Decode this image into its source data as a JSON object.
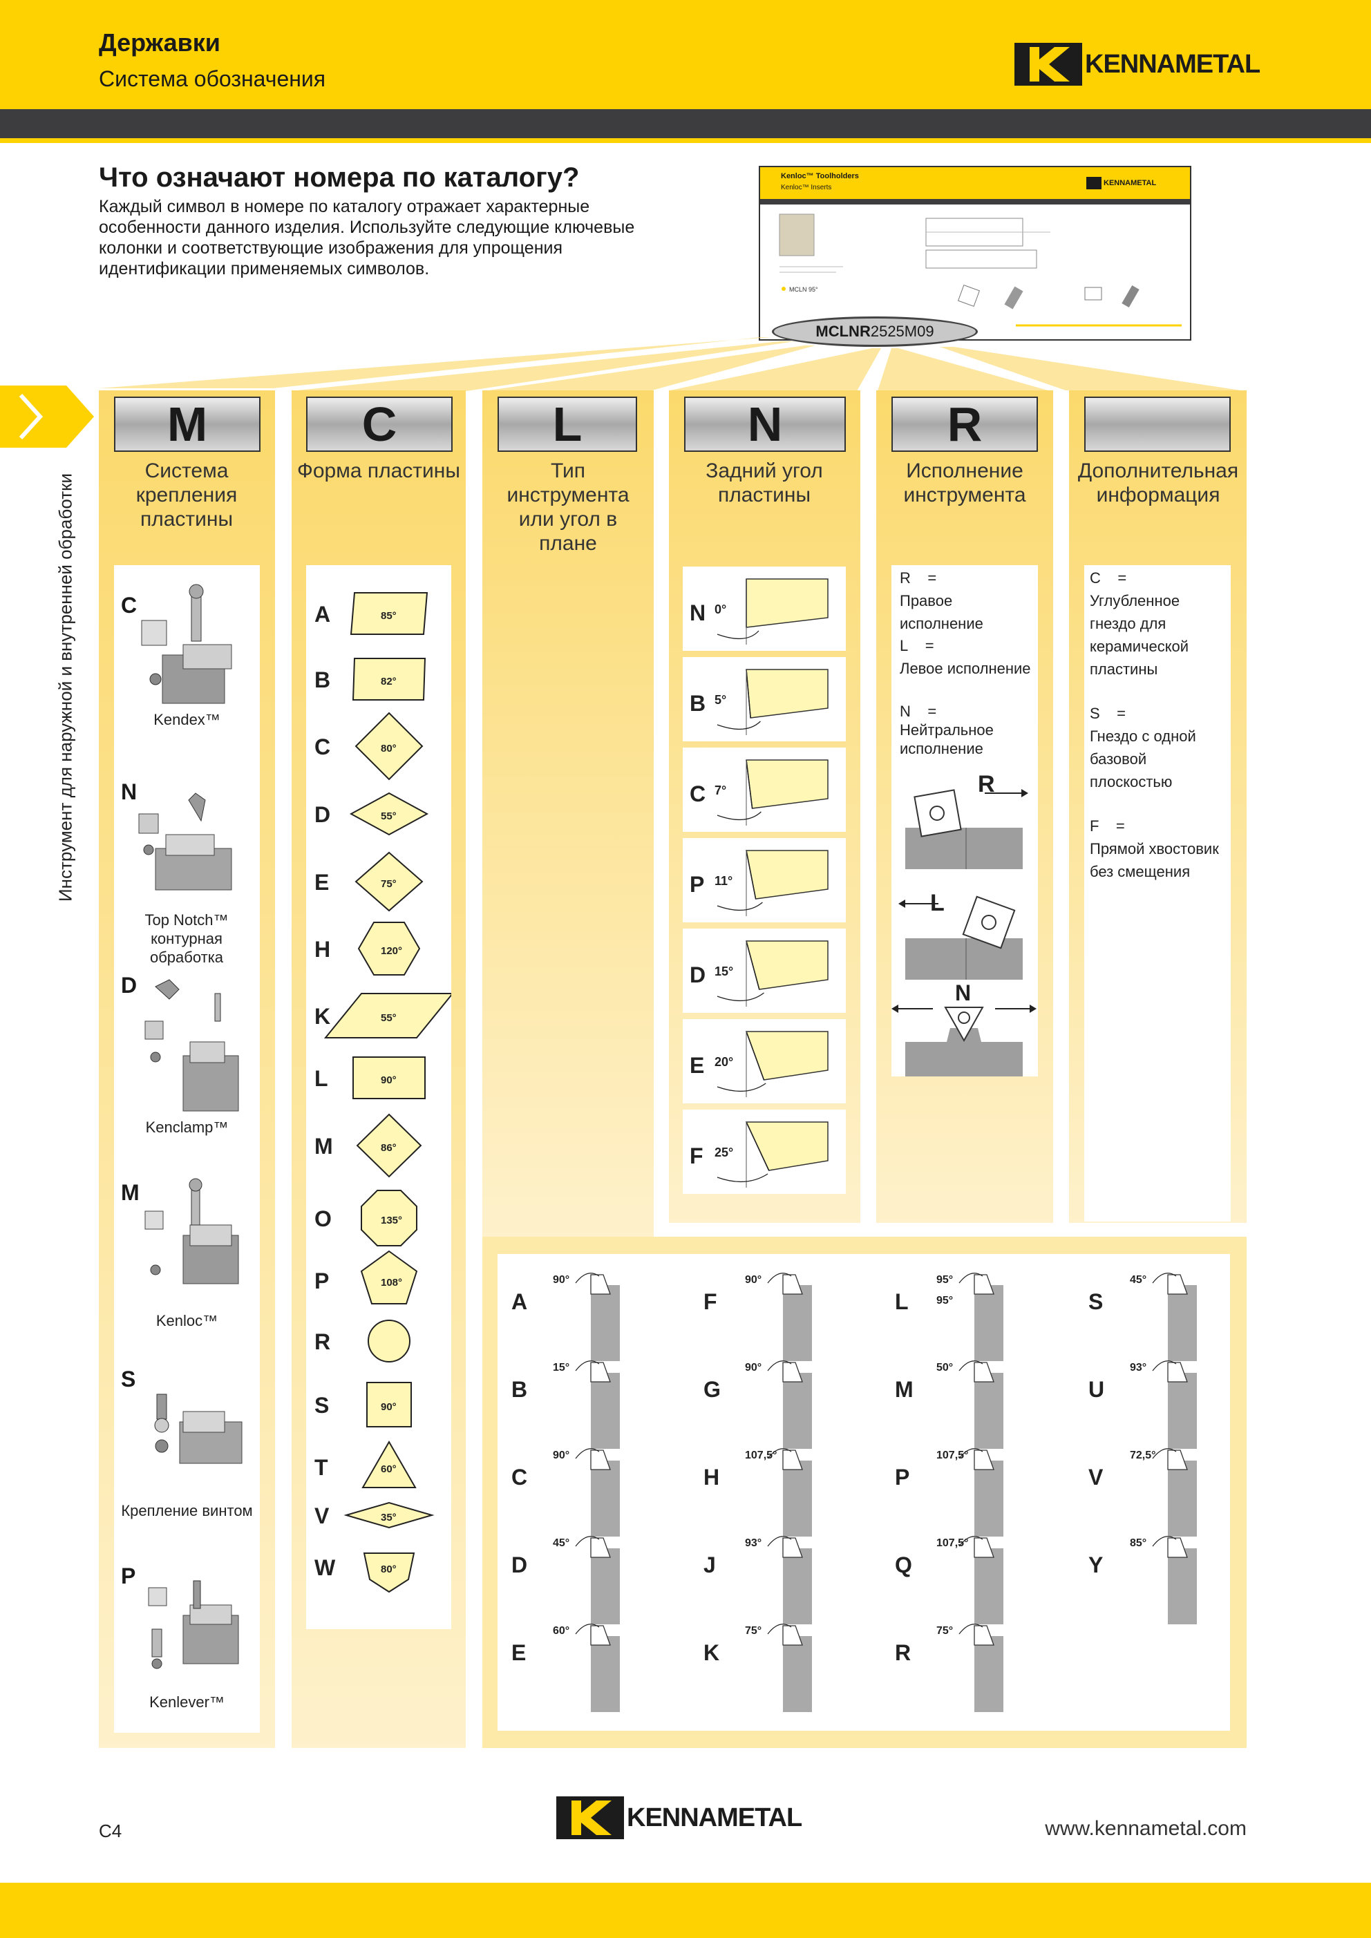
{
  "header": {
    "title": "Державки",
    "subtitle": "Система обозначения",
    "brand": "KENNAMETAL"
  },
  "intro": {
    "heading": "Что означают номера по каталогу?",
    "text": "Каждый символ в номере по каталогу отражает характерные особенности данного изделия. Используйте следующие ключевые колонки и соответствующие изображения для упрощения идентификации применяемых символов."
  },
  "thumb": {
    "title": "Kenloc™ Toolholders",
    "subtitle": "Kenloc™ Inserts",
    "bullet": "MCLN 95°",
    "code_bold": "MCLNR",
    "code_rest": "2525M09"
  },
  "side_text": "Инструмент для наружной и внутренней обработки",
  "columns": [
    {
      "letter": "M",
      "label": "Система крепления пластины"
    },
    {
      "letter": "C",
      "label": "Форма пластины"
    },
    {
      "letter": "L",
      "label": "Тип инструмента или угол в плане"
    },
    {
      "letter": "N",
      "label": "Задний угол пластины"
    },
    {
      "letter": "R",
      "label": "Исполнение инструмента"
    },
    {
      "letter": "",
      "label": "Дополнительная информация"
    }
  ],
  "clamping": [
    {
      "code": "C",
      "name": "Kendex™"
    },
    {
      "code": "N",
      "name": "Top Notch™ контурная обработка"
    },
    {
      "code": "D",
      "name": "Kenclamp™"
    },
    {
      "code": "M",
      "name": "Kenloc™"
    },
    {
      "code": "S",
      "name": "Крепление винтом"
    },
    {
      "code": "P",
      "name": "Kenlever™"
    }
  ],
  "shapes": [
    {
      "code": "A",
      "angle": "85°"
    },
    {
      "code": "B",
      "angle": "82°"
    },
    {
      "code": "C",
      "angle": "80°"
    },
    {
      "code": "D",
      "angle": "55°"
    },
    {
      "code": "E",
      "angle": "75°"
    },
    {
      "code": "H",
      "angle": "120°"
    },
    {
      "code": "K",
      "angle": "55°"
    },
    {
      "code": "L",
      "angle": "90°"
    },
    {
      "code": "M",
      "angle": "86°"
    },
    {
      "code": "O",
      "angle": "135°"
    },
    {
      "code": "P",
      "angle": "108°"
    },
    {
      "code": "R",
      "angle": ""
    },
    {
      "code": "S",
      "angle": "90°"
    },
    {
      "code": "T",
      "angle": "60°"
    },
    {
      "code": "V",
      "angle": "35°"
    },
    {
      "code": "W",
      "angle": "80°"
    }
  ],
  "clearance": [
    {
      "code": "N",
      "angle": "0°"
    },
    {
      "code": "B",
      "angle": "5°"
    },
    {
      "code": "C",
      "angle": "7°"
    },
    {
      "code": "P",
      "angle": "11°"
    },
    {
      "code": "D",
      "angle": "15°"
    },
    {
      "code": "E",
      "angle": "20°"
    },
    {
      "code": "F",
      "angle": "25°"
    }
  ],
  "hand": [
    {
      "code": "R",
      "eq": "=",
      "text": "Правое исполнение"
    },
    {
      "code": "L",
      "eq": "=",
      "text": "Левое исполнение"
    },
    {
      "code": "N",
      "eq": "=",
      "text": "Нейтральное исполнение"
    }
  ],
  "hand_icons": [
    "R",
    "L",
    "N"
  ],
  "extra": [
    {
      "code": "C",
      "eq": "=",
      "text": "Углубленное гнездо для керамической пластины"
    },
    {
      "code": "S",
      "eq": "=",
      "text": "Гнездо с одной базовой плоскостью"
    },
    {
      "code": "F",
      "eq": "=",
      "text": "Прямой хвостовик без смещения"
    }
  ],
  "tools": [
    [
      {
        "code": "A",
        "angle": "90°"
      },
      {
        "code": "F",
        "angle": "90°"
      },
      {
        "code": "L",
        "angle": "95°",
        "angle2": "95°"
      },
      {
        "code": "S",
        "angle": "45°"
      }
    ],
    [
      {
        "code": "B",
        "angle": "15°"
      },
      {
        "code": "G",
        "angle": "90°"
      },
      {
        "code": "M",
        "angle": "50°"
      },
      {
        "code": "U",
        "angle": "93°"
      }
    ],
    [
      {
        "code": "C",
        "angle": "90°"
      },
      {
        "code": "H",
        "angle": "107,5°"
      },
      {
        "code": "P",
        "angle": "107,5°"
      },
      {
        "code": "V",
        "angle": "72,5°"
      }
    ],
    [
      {
        "code": "D",
        "angle": "45°"
      },
      {
        "code": "J",
        "angle": "93°"
      },
      {
        "code": "Q",
        "angle": "107,5°"
      },
      {
        "code": "Y",
        "angle": "85°"
      }
    ],
    [
      {
        "code": "E",
        "angle": "60°"
      },
      {
        "code": "K",
        "angle": "75°"
      },
      {
        "code": "R",
        "angle": "75°"
      }
    ]
  ],
  "footer": {
    "page": "C4",
    "brand": "KENNAMETAL",
    "url": "www.kennametal.com"
  }
}
